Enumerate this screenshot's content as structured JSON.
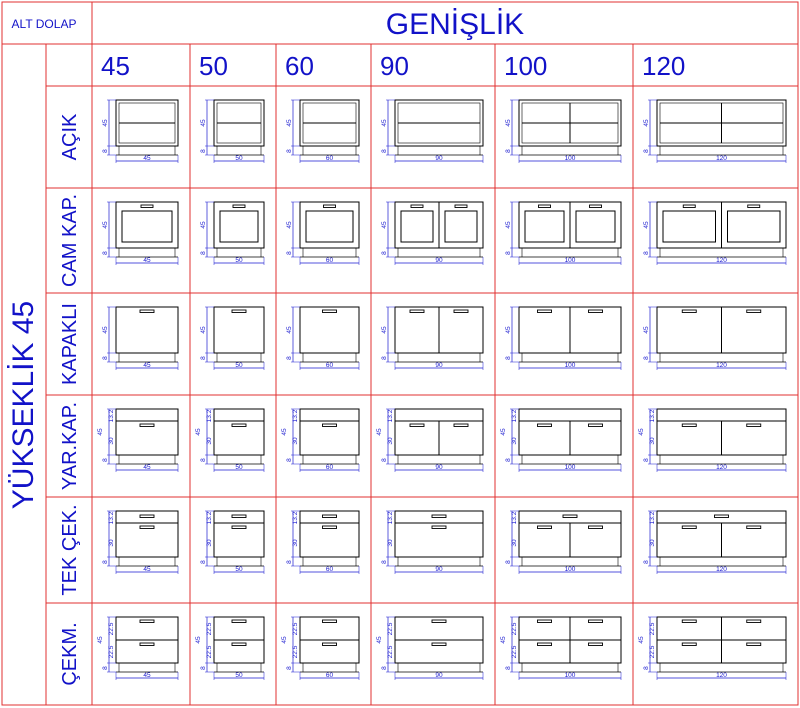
{
  "header": {
    "corner_label": "ALT DOLAP",
    "width_title": "GENİŞLİK",
    "height_title": "YÜKSEKLİK 45"
  },
  "columns": [
    {
      "label": "45",
      "width": 45
    },
    {
      "label": "50",
      "width": 50
    },
    {
      "label": "60",
      "width": 60
    },
    {
      "label": "90",
      "width": 90
    },
    {
      "label": "100",
      "width": 100
    },
    {
      "label": "120",
      "width": 120
    }
  ],
  "rows": [
    {
      "label": "AÇIK",
      "type": "open",
      "height_dims": [
        "45",
        "8"
      ]
    },
    {
      "label": "CAM KAP.",
      "type": "glass",
      "height_dims": [
        "45",
        "8"
      ]
    },
    {
      "label": "KAPAKLI",
      "type": "door",
      "height_dims": [
        "45",
        "8"
      ]
    },
    {
      "label": "YAR.KAP.",
      "type": "half",
      "height_dims": [
        "45",
        "13.2",
        "30",
        "8"
      ]
    },
    {
      "label": "TEK ÇEK.",
      "type": "single_drawer",
      "height_dims": [
        "13.2",
        "30",
        "8"
      ]
    },
    {
      "label": "ÇEKM.",
      "type": "drawers",
      "height_dims": [
        "45",
        "22.5",
        "22.5",
        "8"
      ]
    }
  ],
  "colors": {
    "grid": "#e03030",
    "text": "#1212c8",
    "drawing": "#000000"
  }
}
